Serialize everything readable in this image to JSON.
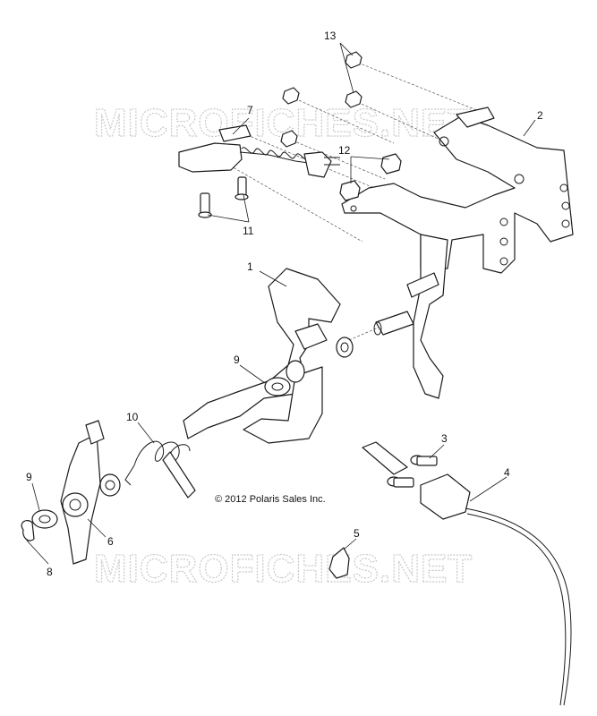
{
  "watermark": "MICROFICHES.NET",
  "copyright": "© 2012 Polaris Sales Inc.",
  "callouts": [
    "1",
    "2",
    "3",
    "4",
    "5",
    "6",
    "7",
    "8",
    "9",
    "9",
    "10",
    "11",
    "12",
    "13"
  ]
}
